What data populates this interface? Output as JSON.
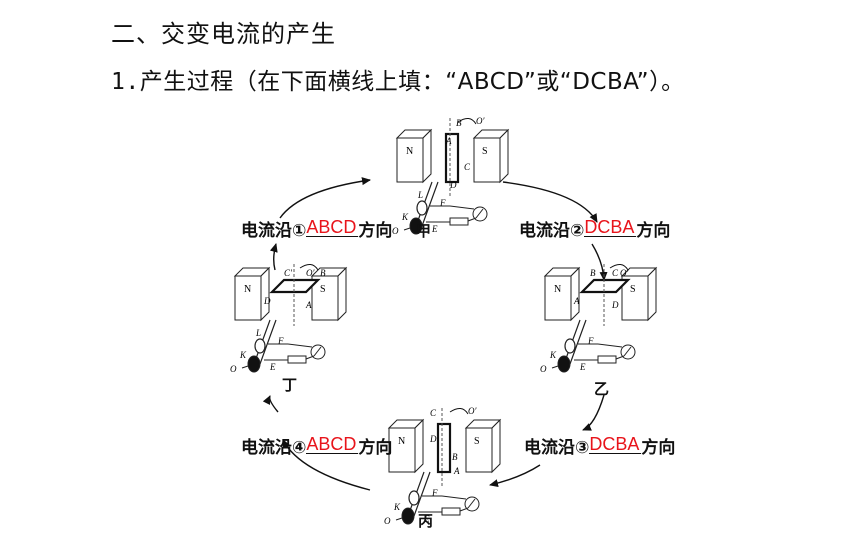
{
  "heading": "二、交变电流的产生",
  "question": {
    "number": "1.",
    "text": "产生过程（在下面横线上填：“ABCD”或“DCBA”）。"
  },
  "labels": [
    {
      "prefix": "电流沿①",
      "answer": "ABCD",
      "suffix": "方向"
    },
    {
      "prefix": "电流沿②",
      "answer": "DCBA",
      "suffix": "方向"
    },
    {
      "prefix": "电流沿③",
      "answer": "DCBA",
      "suffix": "方向"
    },
    {
      "prefix": "电流沿④",
      "answer": "ABCD",
      "suffix": "方向"
    }
  ],
  "states": [
    "甲",
    "乙",
    "丙",
    "丁"
  ],
  "magnet_poles": {
    "north": "N",
    "south": "S"
  },
  "coil_letters": {
    "a": "A",
    "b": "B",
    "c": "C",
    "d": "D",
    "o": "O",
    "o_prime": "O′",
    "c_prime": "C′",
    "e": "E",
    "f": "F",
    "k": "K",
    "l": "L"
  },
  "colors": {
    "answer": "#e8141b",
    "line": "#111111",
    "magnet": "#ffffff"
  }
}
